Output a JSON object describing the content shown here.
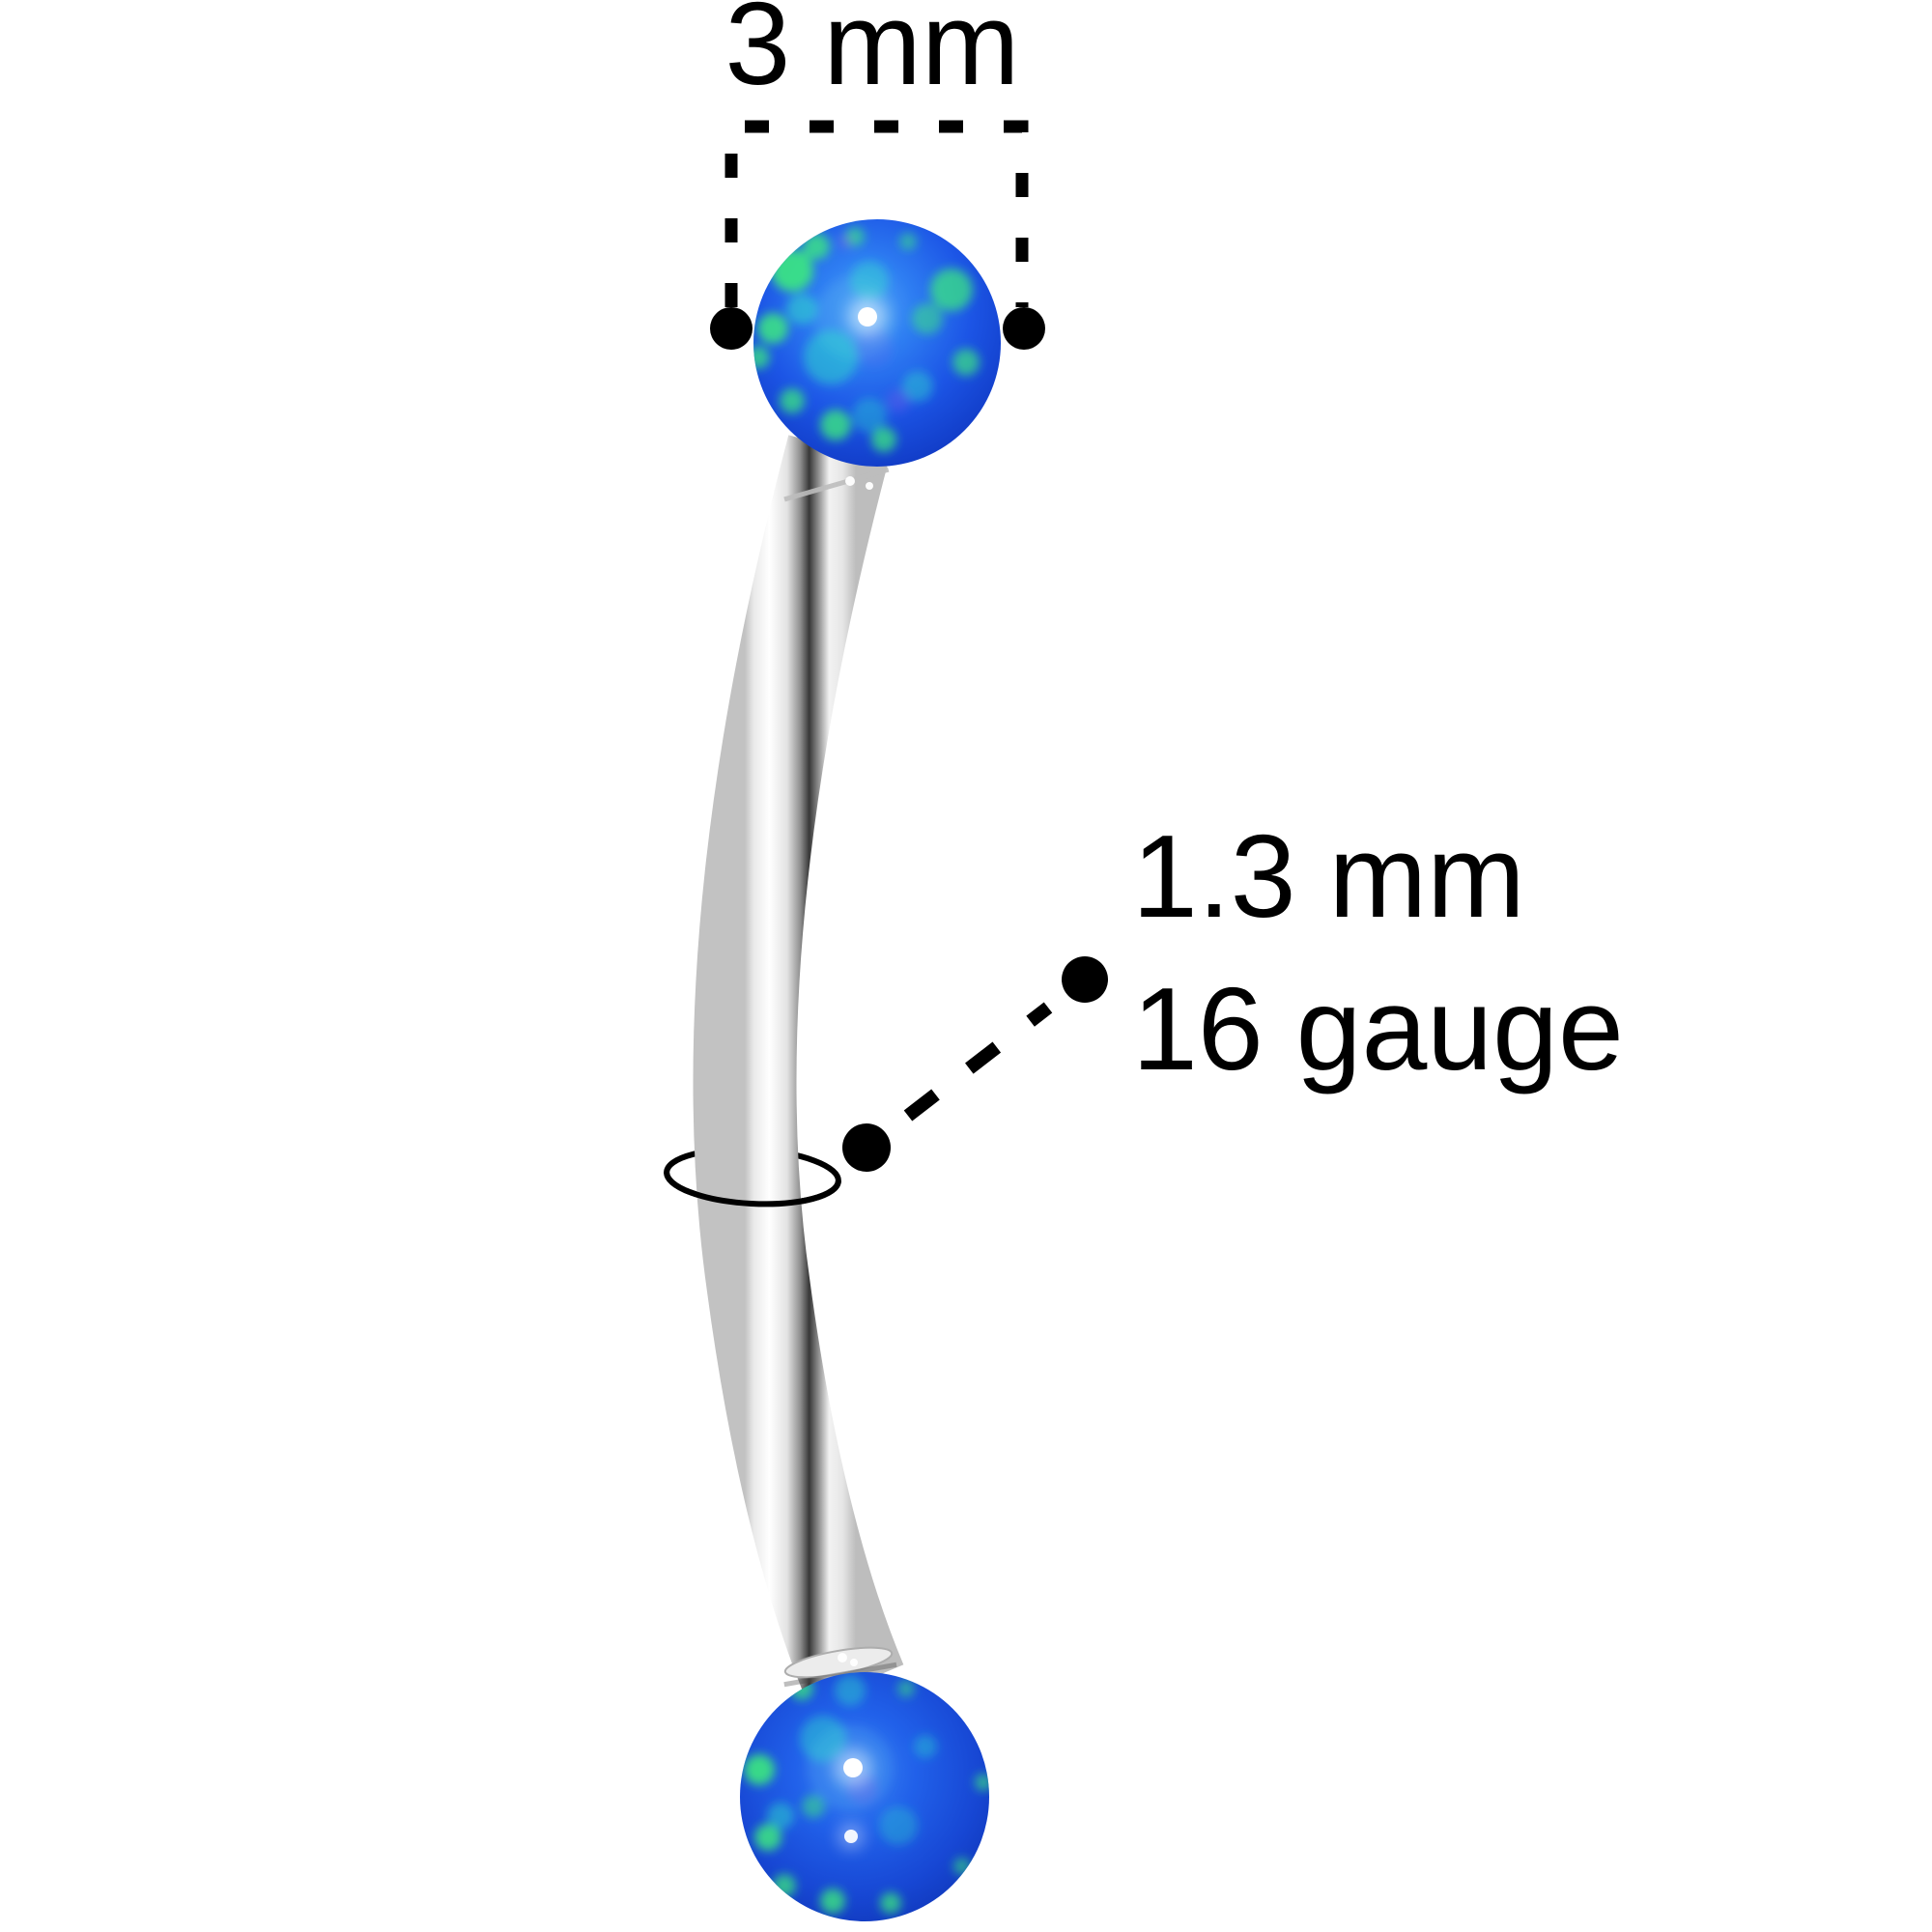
{
  "annotations": {
    "ball_diameter_label": "3 mm",
    "bar_thickness_label": "1.3 mm",
    "bar_gauge_label": "16 gauge",
    "annotation_color": "#000000"
  },
  "colors": {
    "background": "#ffffff",
    "opal_blue_base": "#1c55e6",
    "opal_blue_deep": "#0d2fb0",
    "opal_fleck_green": "#3df07a",
    "opal_fleck_cyan": "#2fe8c8",
    "metal_highlight": "#ffffff",
    "metal_mid": "#c4c4c4",
    "metal_shadow": "#383838"
  }
}
